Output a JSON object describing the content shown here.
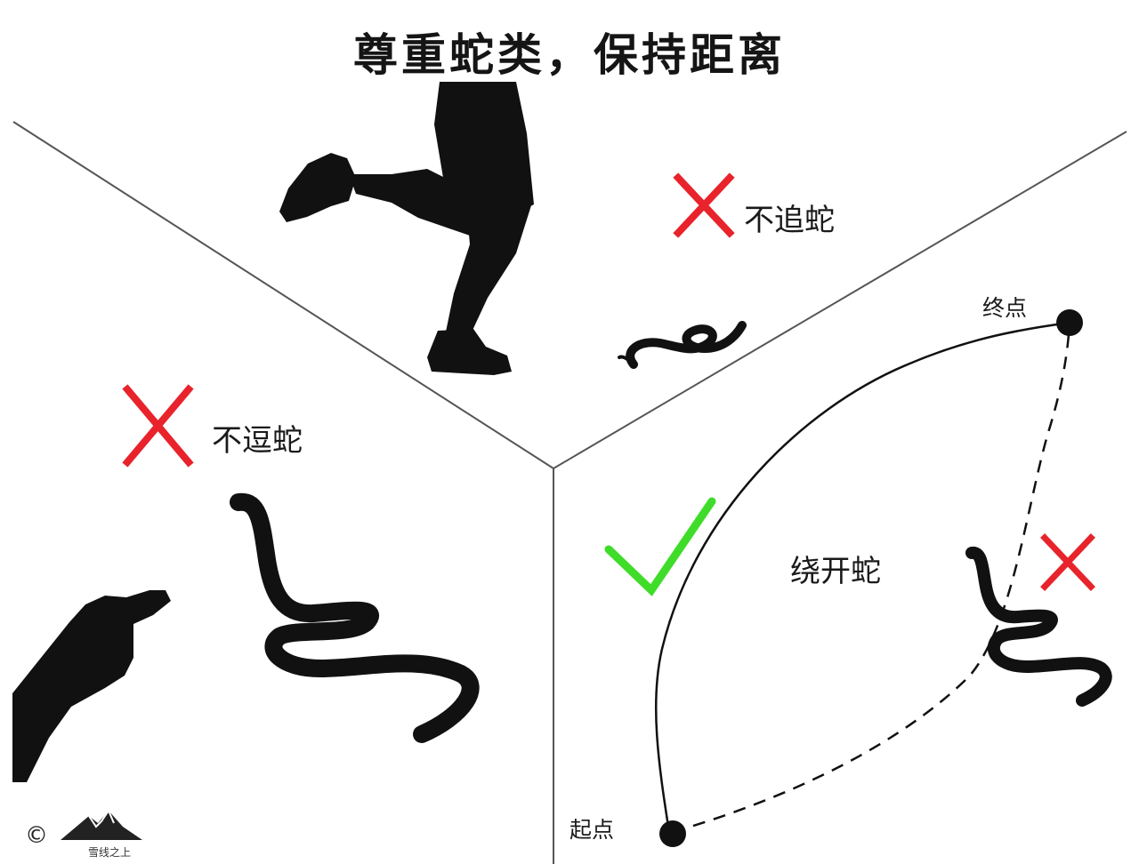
{
  "title": "尊重蛇类，保持距离",
  "colors": {
    "cross": "#e8232b",
    "check": "#3fdc2a",
    "ink": "#111111",
    "divider": "#555555"
  },
  "panels": {
    "top": {
      "label": "不追蛇",
      "verdict": "cross",
      "figure": "running-legs-and-snake"
    },
    "left": {
      "label": "不逗蛇",
      "verdict": "cross",
      "figure": "pointing-hand-and-snake"
    },
    "right": {
      "label": "绕开蛇",
      "verdict": "check",
      "wrong_path_verdict": "cross",
      "start_label": "起点",
      "end_label": "终点",
      "figure": "snake-with-detour-path"
    }
  },
  "footer": {
    "copyright": "©",
    "logo_text": "雪线之上"
  },
  "icons": [
    "cross-icon",
    "check-icon",
    "snake-icon",
    "hand-icon",
    "running-legs-icon",
    "mountain-logo-icon"
  ]
}
